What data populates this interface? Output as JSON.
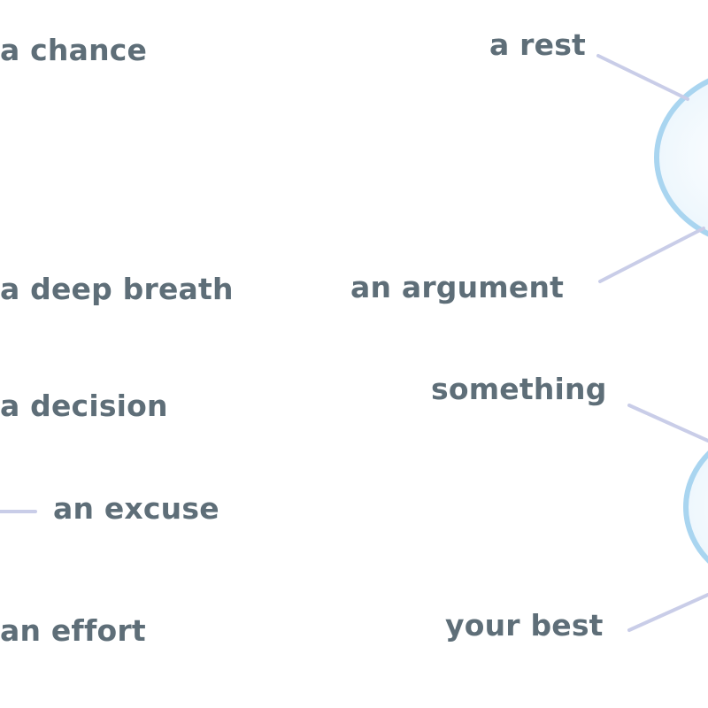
{
  "labels": {
    "a_chance": "a chance",
    "a_deep_breath": "a deep breath",
    "a_decision": "a decision",
    "an_excuse": "an excuse",
    "an_effort": "an effort",
    "a_rest": "a rest",
    "an_argument": "an argument",
    "something": "something",
    "your_best": "your best"
  },
  "colors": {
    "text": "#5e6e78",
    "connector": "#c9cde8",
    "bubble_outline": "#a9d5f0",
    "bubble_fill": "#eef7fd"
  }
}
